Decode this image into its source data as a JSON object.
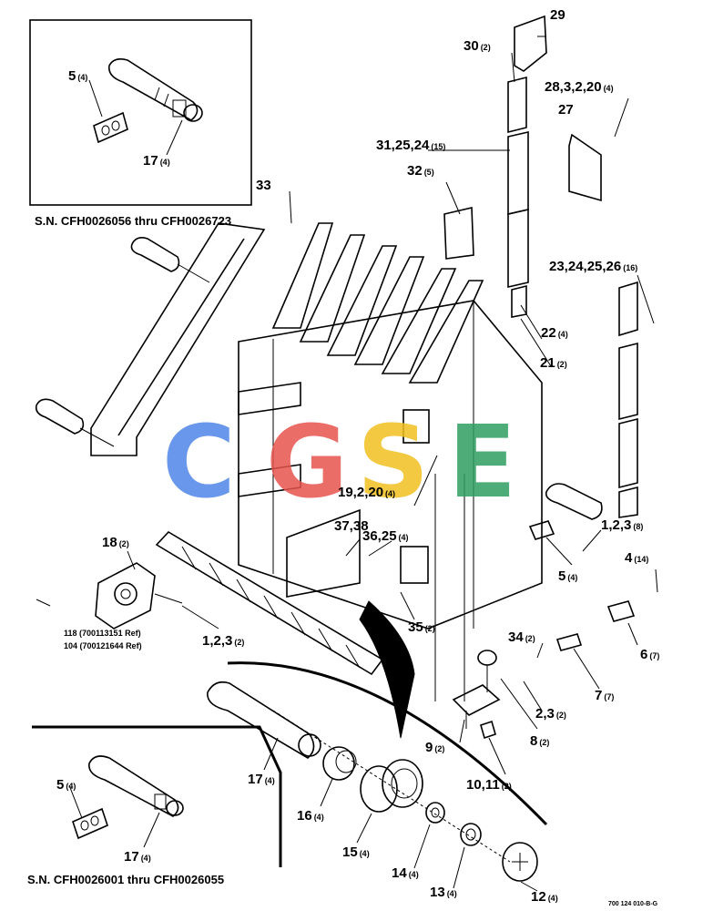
{
  "watermark": {
    "letters": [
      "C",
      "G",
      "S",
      "E"
    ],
    "colors": [
      "#4f86e8",
      "#e8544e",
      "#f0c020",
      "#2e9e60"
    ]
  },
  "insets": {
    "top_serial": "S.N. CFH0026056 thru CFH0026723",
    "bottom_serial": "S.N. CFH0026001 thru CFH0026055"
  },
  "ref_notes": {
    "line1": "118 (700113151 Ref)",
    "line2": "104 (700121644 Ref)"
  },
  "drawing_number": "700 124 010-B-G",
  "callouts": [
    {
      "id": "c29",
      "text": "29",
      "qty": ""
    },
    {
      "id": "c30",
      "text": "30",
      "qty": "(2)"
    },
    {
      "id": "c28",
      "text": "28,3,2,20",
      "qty": "(4)"
    },
    {
      "id": "c27",
      "text": "27",
      "qty": ""
    },
    {
      "id": "c31",
      "text": "31,25,24",
      "qty": "(15)"
    },
    {
      "id": "c32",
      "text": "32",
      "qty": "(5)"
    },
    {
      "id": "c33",
      "text": "33",
      "qty": ""
    },
    {
      "id": "c23",
      "text": "23,24,25,26",
      "qty": "(16)"
    },
    {
      "id": "c22",
      "text": "22",
      "qty": "(4)"
    },
    {
      "id": "c21",
      "text": "21",
      "qty": "(2)"
    },
    {
      "id": "c5top",
      "text": "5",
      "qty": "(4)"
    },
    {
      "id": "c17top",
      "text": "17",
      "qty": "(4)"
    },
    {
      "id": "c19",
      "text": "19,2,20",
      "qty": "(4)"
    },
    {
      "id": "c3738",
      "text": "37,38",
      "qty": ""
    },
    {
      "id": "c3625",
      "text": "36,25",
      "qty": "(4)"
    },
    {
      "id": "c18",
      "text": "18",
      "qty": "(2)"
    },
    {
      "id": "c123r",
      "text": "1,2,3",
      "qty": "(8)"
    },
    {
      "id": "c5r",
      "text": "5",
      "qty": "(4)"
    },
    {
      "id": "c4",
      "text": "4",
      "qty": "(14)"
    },
    {
      "id": "c123l",
      "text": "1,2,3",
      "qty": "(2)"
    },
    {
      "id": "c35",
      "text": "35",
      "qty": "(2)"
    },
    {
      "id": "c6",
      "text": "6",
      "qty": "(7)"
    },
    {
      "id": "c34",
      "text": "34",
      "qty": "(2)"
    },
    {
      "id": "c7",
      "text": "7",
      "qty": "(7)"
    },
    {
      "id": "c23b",
      "text": "2,3",
      "qty": "(2)"
    },
    {
      "id": "c8",
      "text": "8",
      "qty": "(2)"
    },
    {
      "id": "c9",
      "text": "9",
      "qty": "(2)"
    },
    {
      "id": "c1011",
      "text": "10,11",
      "qty": "(2)"
    },
    {
      "id": "c17mid",
      "text": "17",
      "qty": "(4)"
    },
    {
      "id": "c16",
      "text": "16",
      "qty": "(4)"
    },
    {
      "id": "c15",
      "text": "15",
      "qty": "(4)"
    },
    {
      "id": "c14",
      "text": "14",
      "qty": "(4)"
    },
    {
      "id": "c13",
      "text": "13",
      "qty": "(4)"
    },
    {
      "id": "c12",
      "text": "12",
      "qty": "(4)"
    },
    {
      "id": "c5bot",
      "text": "5",
      "qty": "(4)"
    },
    {
      "id": "c17bot",
      "text": "17",
      "qty": "(4)"
    }
  ]
}
